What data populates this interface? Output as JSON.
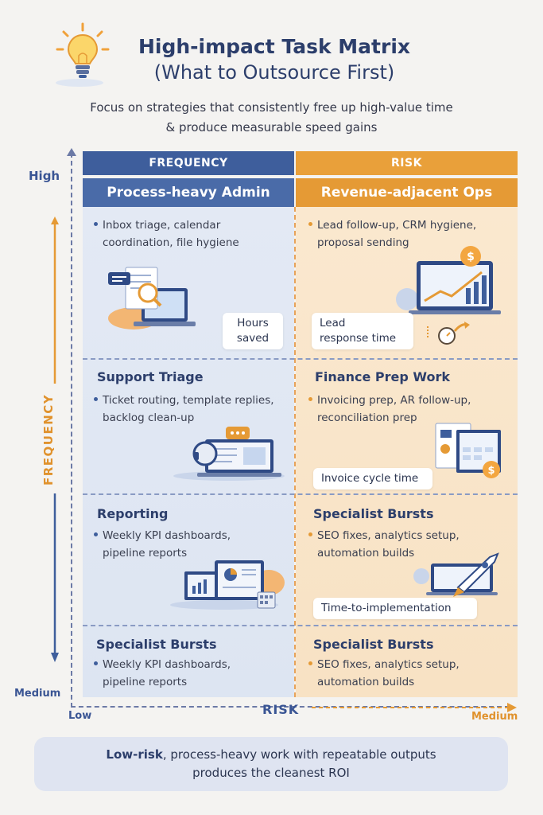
{
  "header": {
    "title": "High-impact Task Matrix",
    "title2": "(What to Outsource First)",
    "subtitle_line1": "Focus on strategies that consistently free up high-value time",
    "subtitle_line2": "& produce measurable speed gains",
    "icon": "lightbulb-icon"
  },
  "axes": {
    "y_high": "High",
    "y_medium": "Medium",
    "x_low": "Low",
    "x_medium": "Medium",
    "x_label": "RISK",
    "y_label": "FREQUENCY"
  },
  "columns": {
    "left_header": "FREQUENCY",
    "right_header": "RISK",
    "left_sub": "Process-heavy Admin",
    "right_sub": "Revenue-adjacent Ops"
  },
  "cells": {
    "r1_left": {
      "text1": "Inbox triage, calendar",
      "text2": "coordination, file hygiene",
      "chip1": "Hours",
      "chip2": "saved"
    },
    "r1_right": {
      "text1": "Lead follow-up, CRM hygiene,",
      "text2": "proposal sending",
      "chip1": "Lead",
      "chip2": "response time"
    },
    "r2_left": {
      "title": "Support Triage",
      "text1": "Ticket routing, template replies,",
      "text2": "backlog clean-up"
    },
    "r2_right": {
      "title": "Finance Prep Work",
      "text1": "Invoicing prep, AR follow-up,",
      "text2": "reconciliation prep",
      "chip": "Invoice cycle time"
    },
    "r3_left": {
      "title": "Reporting",
      "text1": "Weekly KPI dashboards,",
      "text2": "pipeline reports"
    },
    "r3_right": {
      "title": "Specialist Bursts",
      "text1": "SEO fixes, analytics setup,",
      "text2": "automation builds",
      "chip": "Time-to-implementation"
    },
    "r4_left": {
      "title": "Specialist Bursts",
      "text1": "Weekly KPI dashboards,",
      "text2": "pipeline reports"
    },
    "r4_right": {
      "title": "Specialist Bursts",
      "text1": "SEO fixes, analytics setup,",
      "text2": "automation builds"
    }
  },
  "footer": {
    "bold": "Low-risk",
    "rest1": ", process-heavy work with repeatable outputs",
    "line2": "produces the cleanest ROI"
  },
  "colors": {
    "navy": "#3e5e9c",
    "orange": "#e59a35",
    "left_bg": "#e3e9f4",
    "right_bg": "#fae8cf"
  }
}
